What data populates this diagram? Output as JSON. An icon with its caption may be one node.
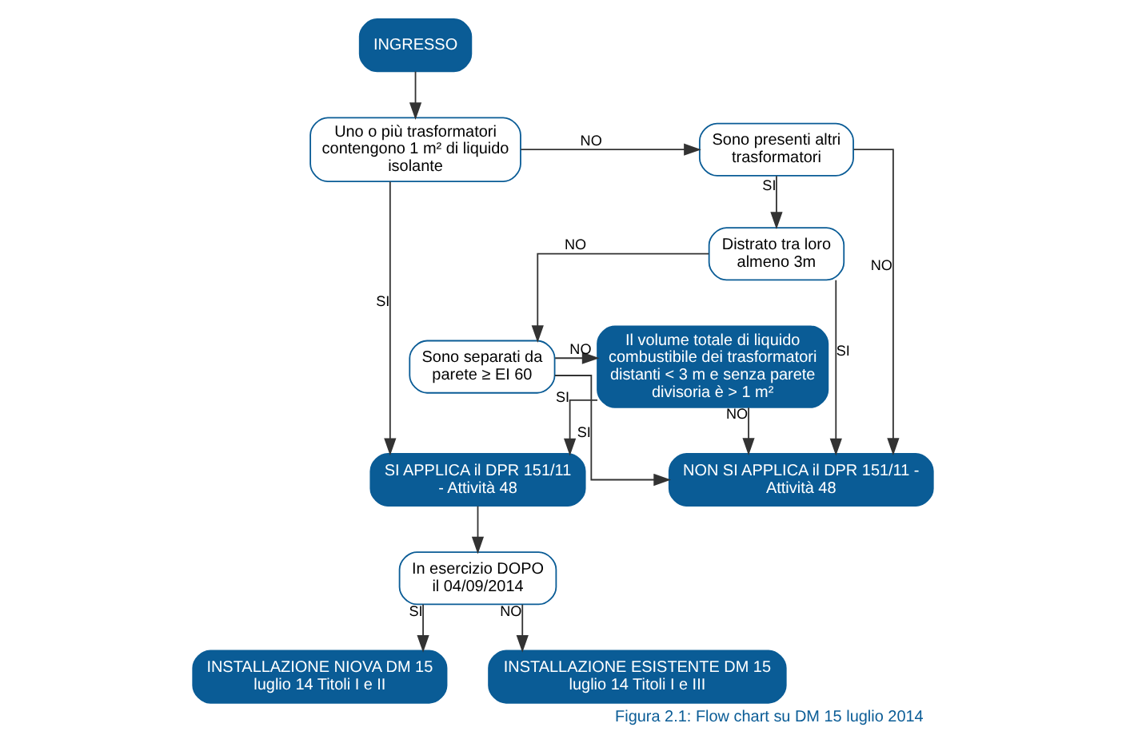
{
  "diagram": {
    "caption": "Figura 2.1: Flow chart su DM 15 luglio 2014",
    "nodes": [
      {
        "text": [
          "INGRESSO"
        ]
      },
      {
        "text": [
          "Uno o più trasformatori contengono 1 m² di liquido isolante"
        ]
      },
      {
        "text": [
          "Sono presenti altri trasformatori"
        ]
      },
      {
        "text": [
          "Distrato tra loro almeno 3m"
        ]
      },
      {
        "text": [
          "Sono separati da parete ≥ EI 60"
        ]
      },
      {
        "text": [
          "Il volume totale di liquido combustibile dei trasformatori distanti < 3 m e senza parete divisoria è > 1 m²"
        ]
      },
      {
        "text": [
          "SI APPLICA il DPR 151/11 - Attività 48"
        ]
      },
      {
        "text": [
          "NON SI APPLICA il DPR 151/11 - Attività 48"
        ]
      },
      {
        "text": [
          "In esercizio DOPO il 04/09/2014"
        ]
      },
      {
        "text": [
          "INSTALLAZIONE NIOVA DM 15 luglio 14 Titoli I e II"
        ]
      },
      {
        "text": [
          "INSTALLAZIONE ESISTENTE DM 15 luglio 14 Titoli I e III"
        ]
      }
    ],
    "edges": [
      {
        "from": 0,
        "to": 1,
        "arrow": "to"
      },
      {
        "from": 1,
        "to": 2,
        "arrow": "to",
        "label": "NO"
      },
      {
        "from": 1,
        "to": 6,
        "arrow": "to",
        "label": "SI"
      },
      {
        "from": 2,
        "to": 7,
        "arrow": "to",
        "label": "NO"
      },
      {
        "from": 2,
        "to": 3,
        "arrow": "to",
        "label": "SI"
      },
      {
        "from": 3,
        "to": 7,
        "arrow": "to",
        "label": "SI"
      },
      {
        "from": 3,
        "to": 4,
        "arrow": "to",
        "label": "NO"
      },
      {
        "from": 4,
        "to": 5,
        "arrow": "to",
        "label": "NO"
      },
      {
        "from": 4,
        "to": 7,
        "arrow": "to",
        "label": "SI"
      },
      {
        "from": 5,
        "to": 6,
        "arrow": "to",
        "label": "SI"
      },
      {
        "from": 5,
        "to": 7,
        "arrow": "to",
        "label": "NO"
      },
      {
        "from": 6,
        "to": 8,
        "arrow": "to"
      },
      {
        "from": 8,
        "to": 9,
        "arrow": "to",
        "label": "SI"
      },
      {
        "from": 8,
        "to": 10,
        "arrow": "to",
        "label": "NO"
      }
    ]
  }
}
